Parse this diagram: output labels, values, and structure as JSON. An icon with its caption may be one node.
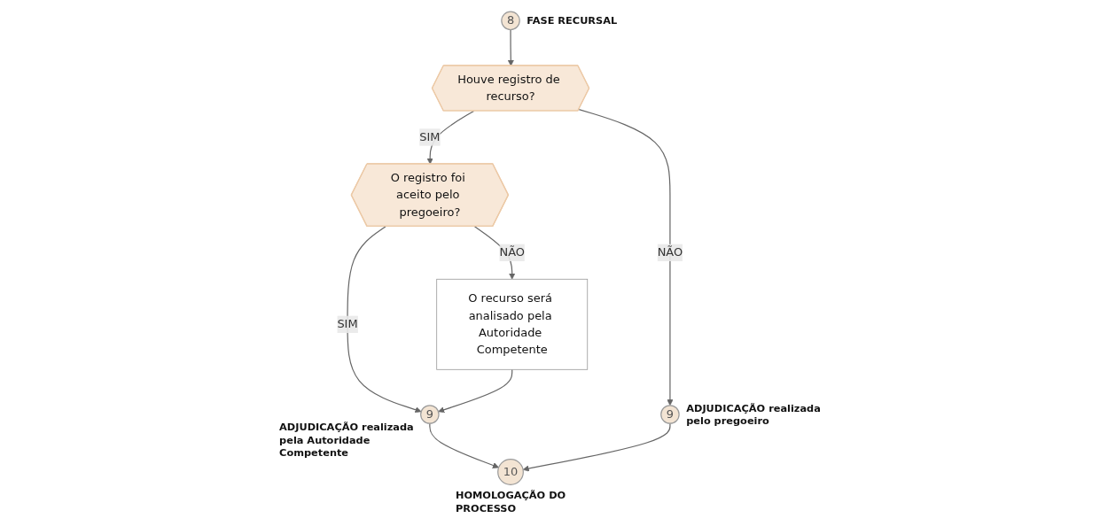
{
  "diagram": {
    "nodes": [
      {
        "text": [
          "8"
        ],
        "beside": [
          "FASE RECURSAL"
        ]
      },
      {
        "text": [
          "Houve registro de recurso?"
        ]
      },
      {
        "text": [
          "9"
        ],
        "beside": [
          "ADJUDICAÇÃO realizada pelo pregoeiro"
        ]
      },
      {
        "text": [
          "O registro foi aceito pelo pregoeiro?"
        ]
      },
      {
        "text": [
          "O recurso será analisado pela Autoridade Competente"
        ]
      },
      {
        "text": [
          "9"
        ],
        "beside": [
          "ADJUDICAÇÃO realizada pela Autoridade Competente"
        ]
      },
      {
        "text": [
          "10"
        ],
        "beside": [
          "HOMOLOGAÇÃO DO PROCESSO"
        ]
      }
    ],
    "edges": [
      {
        "from": 0,
        "to": 1,
        "arrow": "to"
      },
      {
        "from": 1,
        "to": 2,
        "arrow": "to",
        "label": "NÃO"
      },
      {
        "from": 1,
        "to": 3,
        "arrow": "to",
        "label": "SIM"
      },
      {
        "from": 3,
        "to": 4,
        "arrow": "to",
        "label": "NÃO"
      },
      {
        "from": 3,
        "to": 5,
        "arrow": "to",
        "label": "SIM"
      },
      {
        "from": 4,
        "to": 5,
        "arrow": "to"
      },
      {
        "from": 5,
        "to": 6,
        "arrow": "to"
      },
      {
        "from": 2,
        "to": 6,
        "arrow": "to"
      }
    ]
  }
}
